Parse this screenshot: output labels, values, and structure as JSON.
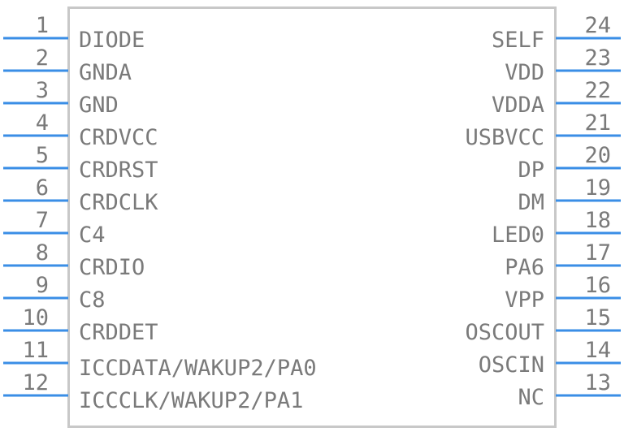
{
  "colors": {
    "pin_line": "#3a8ee6",
    "body_border": "#c8c8c8",
    "text": "#7a7a7a"
  },
  "left_pins": [
    {
      "number": "1",
      "label": "DIODE"
    },
    {
      "number": "2",
      "label": "GNDA"
    },
    {
      "number": "3",
      "label": "GND"
    },
    {
      "number": "4",
      "label": "CRDVCC"
    },
    {
      "number": "5",
      "label": "CRDRST"
    },
    {
      "number": "6",
      "label": "CRDCLK"
    },
    {
      "number": "7",
      "label": "C4"
    },
    {
      "number": "8",
      "label": "CRDIO"
    },
    {
      "number": "9",
      "label": "C8"
    },
    {
      "number": "10",
      "label": "CRDDET"
    },
    {
      "number": "11",
      "label": "ICCDATA/WAKUP2/PA0"
    },
    {
      "number": "12",
      "label": "ICCCLK/WAKUP2/PA1"
    }
  ],
  "right_pins": [
    {
      "number": "24",
      "label": "SELF"
    },
    {
      "number": "23",
      "label": "VDD"
    },
    {
      "number": "22",
      "label": "VDDA"
    },
    {
      "number": "21",
      "label": "USBVCC"
    },
    {
      "number": "20",
      "label": "DP"
    },
    {
      "number": "19",
      "label": "DM"
    },
    {
      "number": "18",
      "label": "LED0"
    },
    {
      "number": "17",
      "label": "PA6"
    },
    {
      "number": "16",
      "label": "VPP"
    },
    {
      "number": "15",
      "label": "OSCOUT"
    },
    {
      "number": "14",
      "label": "OSCIN"
    },
    {
      "number": "13",
      "label": "NC"
    }
  ]
}
